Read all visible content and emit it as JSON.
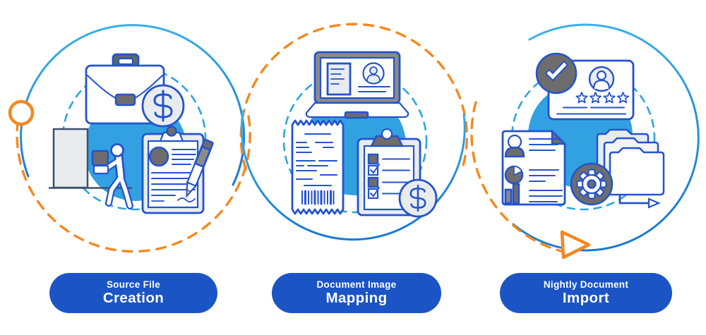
{
  "steps": [
    {
      "id": "source-file-creation",
      "label_line1": "Source File",
      "label_line2": "Creation",
      "icons": [
        "briefcase-icon",
        "money-coin-icon",
        "box-icon",
        "walking-person-icon",
        "contract-clipboard-icon",
        "pen-icon",
        "orange-marker-icon"
      ]
    },
    {
      "id": "document-image-mapping",
      "label_line1": "Document Image",
      "label_line2": "Mapping",
      "icons": [
        "laptop-icon",
        "document-thumbnail-icon",
        "profile-avatar-icon",
        "receipt-icon",
        "barcode-icon",
        "checklist-clipboard-icon",
        "money-coin-icon"
      ]
    },
    {
      "id": "nightly-document-import",
      "label_line1": "Nightly Document",
      "label_line2": "Import",
      "icons": [
        "check-badge-icon",
        "id-card-icon",
        "avatar-icon",
        "rating-stars-icon",
        "resume-icon",
        "pie-chart-icon",
        "bar-chart-icon",
        "folders-icon",
        "gear-icon",
        "flow-arrow-icon",
        "play-triangle-icon"
      ]
    }
  ],
  "symbols": {
    "dollar": "$"
  },
  "rating_stars": 4,
  "colors": {
    "royal": "#2453ce",
    "pill": "#1b54c5",
    "sky": "#31a1e2",
    "cyan": "#2aa7e0",
    "orange": "#f6871f",
    "gray-dark": "#6d6d6d",
    "gray-mid": "#8b8b8b",
    "gray-light": "#e9ecef",
    "slate": "#3f516b",
    "handle": "#5d6570",
    "grad-start": "#3db4e8",
    "grad-end": "#177ad2",
    "label-text": "#ffffff"
  }
}
